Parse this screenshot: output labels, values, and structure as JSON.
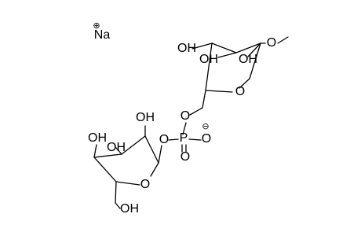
{
  "structure": {
    "counter_ion": {
      "symbol": "Na",
      "charge": "⊕"
    },
    "oh_label": "OH",
    "ring_oxygen": "O",
    "phosphorus": "P",
    "phosphate_oxygen": "O",
    "phosphate_anion_oxygen": "O",
    "phosphate_double_oxygen": "O",
    "anion_charge": "⊖",
    "colors": {
      "ink": "#000000",
      "background": "#ffffff"
    }
  }
}
